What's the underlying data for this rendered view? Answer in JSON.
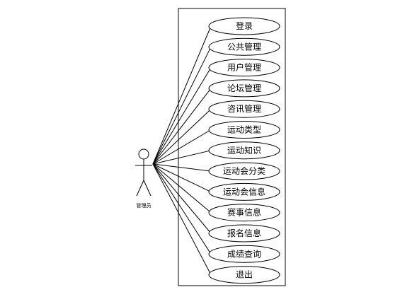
{
  "actor": {
    "name": "管理员"
  },
  "use_cases": [
    {
      "label": "登录"
    },
    {
      "label": "公共管理"
    },
    {
      "label": "用户管理"
    },
    {
      "label": "论坛管理"
    },
    {
      "label": "咨讯管理"
    },
    {
      "label": "运动类型"
    },
    {
      "label": "运动知识"
    },
    {
      "label": "运动会分类"
    },
    {
      "label": "运动会信息"
    },
    {
      "label": "赛事信息"
    },
    {
      "label": "报名信息"
    },
    {
      "label": "成绩查询"
    },
    {
      "label": "退出"
    }
  ]
}
